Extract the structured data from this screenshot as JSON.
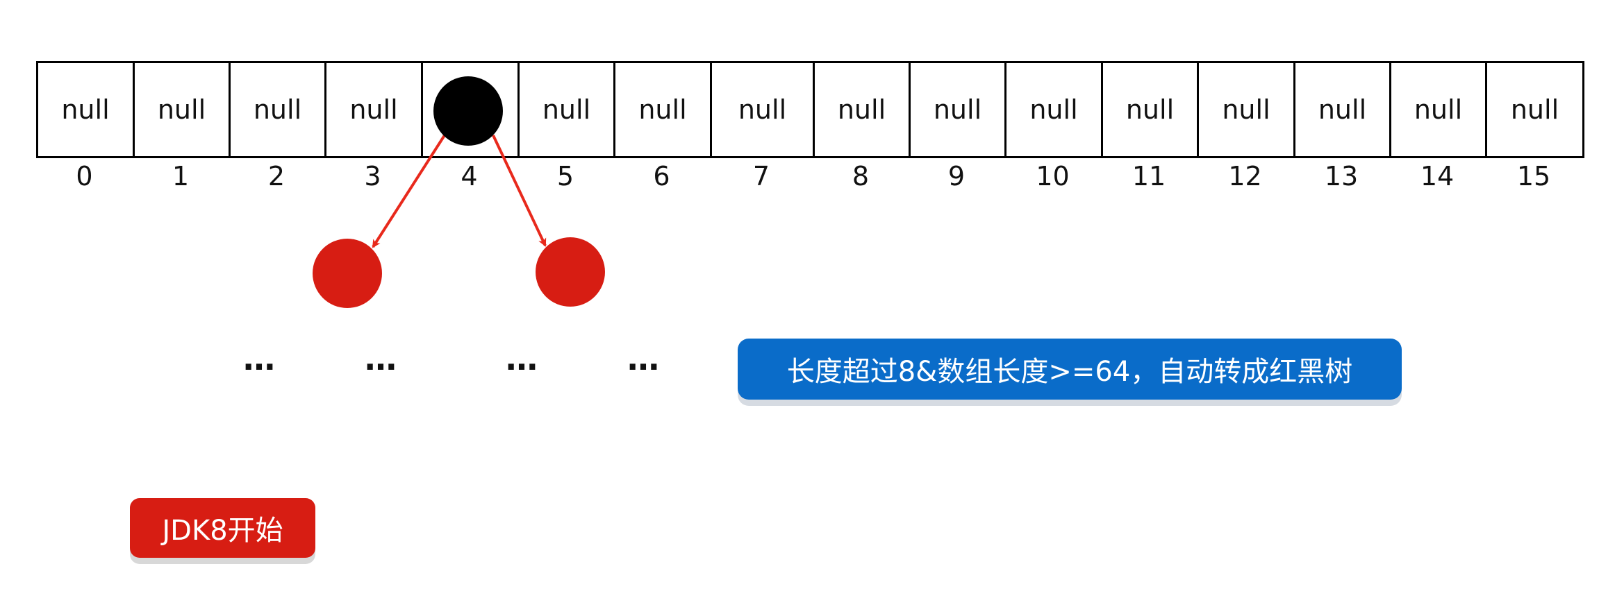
{
  "array": {
    "cells": [
      "null",
      "null",
      "null",
      "null",
      "",
      "null",
      "null",
      "null",
      "null",
      "null",
      "null",
      "null",
      "null",
      "null",
      "null",
      "null"
    ],
    "indices": [
      "0",
      "1",
      "2",
      "3",
      "4",
      "5",
      "6",
      "7",
      "8",
      "9",
      "10",
      "11",
      "12",
      "13",
      "14",
      "15"
    ]
  },
  "nodes": {
    "root_color": "#000000",
    "child_color": "#d71d13",
    "arrow_color": "#e8291c"
  },
  "ellipses": [
    "…",
    "…",
    "…",
    "…"
  ],
  "labels": {
    "tree_rule": "长度超过8&数组长度>=64，自动转成红黑树",
    "jdk": "JDK8开始"
  },
  "colors": {
    "blue": "#0a6cc9",
    "red": "#d71d13"
  }
}
